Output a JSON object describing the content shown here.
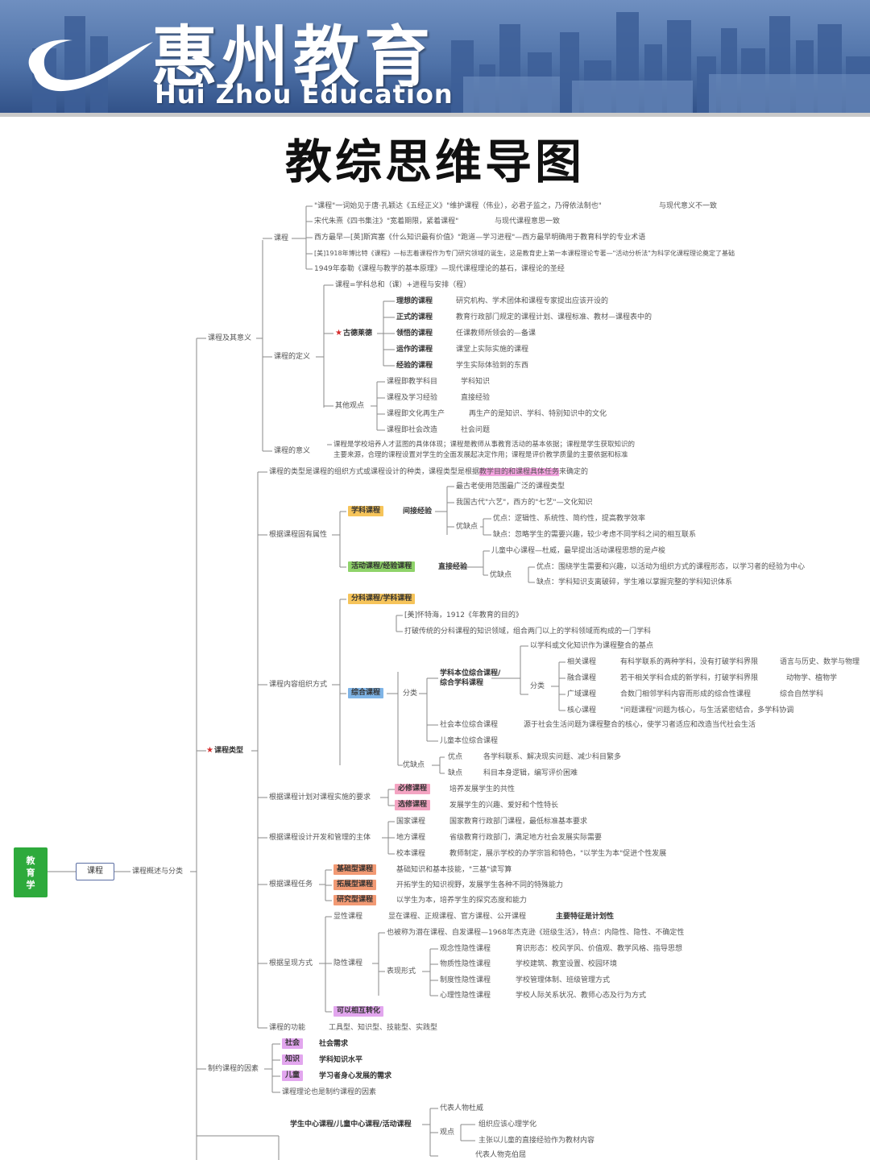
{
  "brand": {
    "title": "惠州教育",
    "subtitle": "Hui Zhou Education",
    "colors": {
      "banner": "#4f72a8",
      "text": "#ffffff"
    }
  },
  "page_title": "教综思维导图",
  "mindmap": {
    "root": "教育学",
    "level1": "课程",
    "level2": "课程概述与分类",
    "def_meaning": {
      "label": "课程及其意义",
      "kecheng": {
        "label": "课程",
        "items": [
          "\"课程\"一词始见于唐·孔颖达《五经正义》\"维护课程（伟业），必君子监之，乃得依法制也\"",
          "与现代意义不一致",
          "宋代朱熹《四书集注》\"宽着期限，紧着课程\"",
          "与现代课程意思一致",
          "西方最早—[英]斯宾塞《什么知识最有价值》\"跑道—学习进程\"—西方最早明确用于教育科学的专业术语",
          "[美]1918年博比特《课程》—标志着课程作为专门研究领域的诞生，这是教育史上第一本课程理论专著—\"活动分析法\"为科学化课程理论奠定了基础",
          "1949年泰勒《课程与教学的基本原理》—现代课程理论的基石，课程论的圣经"
        ]
      },
      "definition": {
        "label": "课程的定义",
        "formula": "课程=学科总和（课）+进程与安排（程）",
        "goodlad": {
          "label": "古德莱德",
          "rows": [
            {
              "name": "理想的课程",
              "desc": "研究机构、学术团体和课程专家提出应该开设的"
            },
            {
              "name": "正式的课程",
              "desc": "教育行政部门规定的课程计划、课程标准、教材—课程表中的"
            },
            {
              "name": "领悟的课程",
              "desc": "任课教师所领会的—备课"
            },
            {
              "name": "运作的课程",
              "desc": "课堂上实际实施的课程"
            },
            {
              "name": "经验的课程",
              "desc": "学生实际体验到的东西"
            }
          ]
        },
        "views": {
          "label": "其他观点",
          "rows": [
            {
              "name": "课程即教学科目",
              "desc": "学科知识"
            },
            {
              "name": "课程及学习经验",
              "desc": "直接经验"
            },
            {
              "name": "课程即文化再生产",
              "desc": "再生产的是知识、学科、特别知识中的文化"
            },
            {
              "name": "课程即社会改造",
              "desc": "社会问题"
            }
          ]
        }
      },
      "meaning": {
        "label": "课程的意义",
        "text1": "课程是学校培养人才蓝图的具体体现；课程是教师从事教育活动的基本依据；课程是学生获取知识的",
        "text2": "主要来源，合理的课程设置对学生的全面发展起决定作用；课程是评价教学质量的主要依据和标准"
      }
    },
    "types": {
      "label": "课程类型",
      "intro_a": "课程的类型是课程的组织方式或课程设计的种类，课程类型是根据",
      "intro_hl": "教学目的和课程具体任务",
      "intro_b": "来确定的",
      "by_nature": {
        "label": "根据课程固有属性",
        "subject": {
          "label": "学科课程",
          "exp": "间接经验",
          "items": [
            "最古老使用范围最广泛的课程类型",
            "我国古代\"六艺\"，西方的\"七艺\"—文化知识"
          ],
          "pros_cons_label": "优缺点",
          "pro": "优点：逻辑性、系统性、简约性，提高教学效率",
          "con": "缺点：忽略学生的需要兴趣，较少考虑不同学科之间的相互联系"
        },
        "activity": {
          "label": "活动课程/经验课程",
          "exp": "直接经验",
          "item": "儿童中心课程—杜威，最早提出活动课程思想的是卢梭",
          "pros_cons_label": "优缺点",
          "pro": "优点：围绕学生需要和兴趣，以活动为组织方式的课程形态，以学习者的经验为中心",
          "con": "缺点：学科知识支离破碎，学生难以掌握完整的学科知识体系"
        }
      },
      "by_content": {
        "label": "课程内容组织方式",
        "sub": {
          "label": "分科课程/学科课程",
          "items": [
            "[美]怀特海，1912《年教育的目的》",
            "打破传统的分科课程的知识领域，组合两门以上的学科领域而构成的一门学科"
          ]
        },
        "integrated": {
          "label": "综合课程",
          "class_label": "分类",
          "subject_based": {
            "label": "学科本位综合课程/综合学科课程",
            "desc": "以学科或文化知识作为课程整合的基点",
            "class_label": "分类",
            "rows": [
              {
                "name": "相关课程",
                "desc": "有科学联系的两种学科，没有打破学科界限",
                "ex": "语言与历史、数学与物理"
              },
              {
                "name": "融合课程",
                "desc": "若干相关学科合成的新学科，打破学科界限",
                "ex": "动物学、植物学"
              },
              {
                "name": "广域课程",
                "desc": "合数门相邻学科内容而形成的综合性课程",
                "ex": "综合自然学科"
              },
              {
                "name": "核心课程",
                "desc": "\"问题课程\"问题为核心，与生活紧密结合，多学科协调",
                "ex": ""
              }
            ]
          },
          "society": "社会本位综合课程",
          "society_desc": "源于社会生活问题为课程整合的核心，使学习者适应和改造当代社会生活",
          "child": "儿童本位综合课程",
          "pros_cons_label": "优缺点",
          "pro_label": "优点",
          "pro": "各学科联系、解决现实问题、减少科目繁多",
          "con_label": "缺点",
          "con": "科目本身逻辑，编写评价困难"
        }
      },
      "by_plan": {
        "label": "根据课程计划对课程实施的要求",
        "rows": [
          {
            "name": "必修课程",
            "desc": "培养发展学生的共性"
          },
          {
            "name": "选修课程",
            "desc": "发展学生的兴趣、爱好和个性特长"
          }
        ]
      },
      "by_subject": {
        "label": "根据课程设计开发和管理的主体",
        "rows": [
          {
            "name": "国家课程",
            "desc": "国家教育行政部门课程，最低标准基本要求"
          },
          {
            "name": "地方课程",
            "desc": "省级教育行政部门，满足地方社会发展实际需要"
          },
          {
            "name": "校本课程",
            "desc": "教师制定，展示学校的办学宗旨和特色，\"以学生为本\"促进个性发展"
          }
        ]
      },
      "by_task": {
        "label": "根据课程任务",
        "rows": [
          {
            "name": "基础型课程",
            "desc": "基础知识和基本技能，\"三基\"读写算"
          },
          {
            "name": "拓展型课程",
            "desc": "开拓学生的知识视野，发展学生各种不同的特殊能力"
          },
          {
            "name": "研究型课程",
            "desc": "以学生为本，培养学生的探究态度和能力"
          }
        ]
      },
      "by_form": {
        "label": "根据呈现方式",
        "explicit": {
          "name": "显性课程",
          "desc": "显在课程、正规课程、官方课程、公开课程",
          "key": "主要特征是计划性"
        },
        "hidden": {
          "name": "隐性课程",
          "desc": "也被称为潜在课程、自发课程—1968年杰克逊《班级生活》，特点：内隐性、隐性、不确定性",
          "form_label": "表现形式",
          "rows": [
            {
              "name": "观念性隐性课程",
              "desc": "育识形态：校风学风、价值观、教学风格、指导思想"
            },
            {
              "name": "物质性隐性课程",
              "desc": "学校建筑、教室设置、校园环境"
            },
            {
              "name": "制度性隐性课程",
              "desc": "学校管理体制、班级管理方式"
            },
            {
              "name": "心理性隐性课程",
              "desc": "学校人际关系状况、教师心态及行为方式"
            }
          ]
        },
        "convertible": "可以相互转化"
      },
      "function": {
        "label": "课程的功能",
        "desc": "工具型、知识型、技能型、实践型"
      }
    },
    "constraints": {
      "label": "制约课程的因素",
      "rows": [
        {
          "name": "社会",
          "desc": "社会需求"
        },
        {
          "name": "知识",
          "desc": "学科知识水平"
        },
        {
          "name": "儿童",
          "desc": "学习者身心发展的需求"
        }
      ],
      "extra": "课程理论也是制约课程的因素"
    },
    "theory": {
      "label": "学生中心课程/儿童中心课程/活动课程",
      "rep": "代表人物杜威",
      "view_label": "观点",
      "views": [
        "组织应该心理学化",
        "主张以儿童的直接经验作为教材内容"
      ],
      "rep2": "代表人物克伯屈"
    }
  }
}
